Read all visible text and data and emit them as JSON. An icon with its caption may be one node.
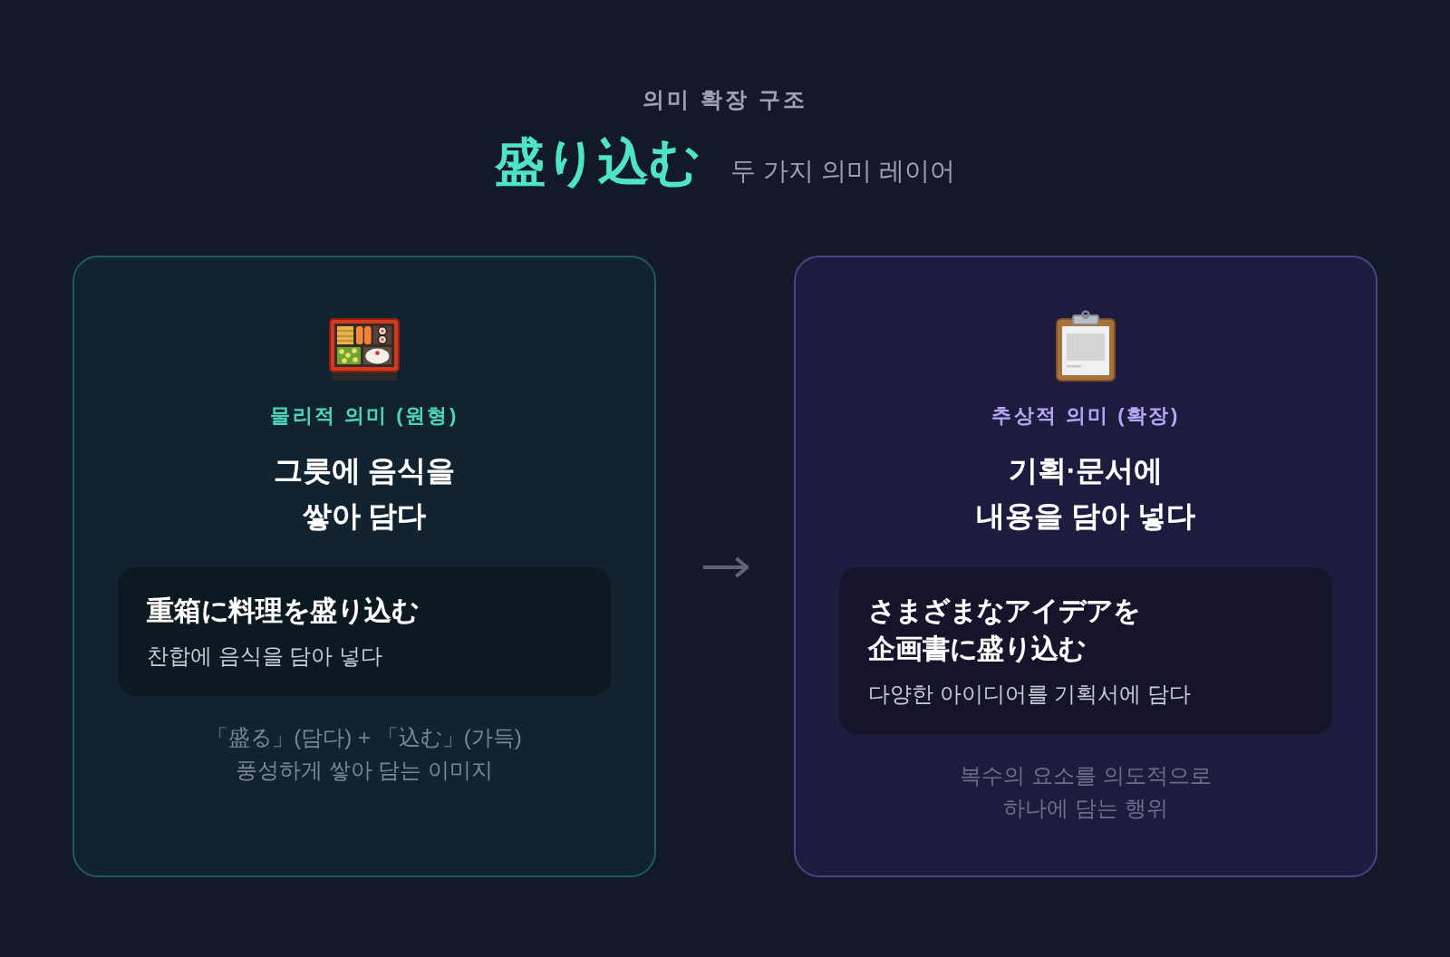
{
  "diagram": {
    "title": "盛り込む",
    "nodes": [
      {
        "text": [
          "물리적 의미 (원형)",
          "그릇에 음식을 쌓아 담다",
          "「盛る」(담다) + 「込む」(가득)",
          "풍성하게 쌓아 담는 이미지"
        ]
      },
      {
        "text": [
          "重箱に料理を盛り込む",
          "찬합에 음식을 담아 넣다"
        ],
        "in": 0
      },
      {
        "text": [
          "추상적 의미 (확장)",
          "기획·문서에 내용을 담아 넣다",
          "복수의 요소를 의도적으로 하나에 담는 행위"
        ]
      },
      {
        "text": [
          "さまざまなアイデアを企画書に盛り込む",
          "다양한 아이디어를 기획서에 담다"
        ],
        "in": 2
      }
    ],
    "edges": [
      {
        "from": 0,
        "to": 2,
        "arrow": "to"
      }
    ],
    "labels": [
      "의미 확장 구조",
      "두 가지 의미 레이어"
    ]
  }
}
